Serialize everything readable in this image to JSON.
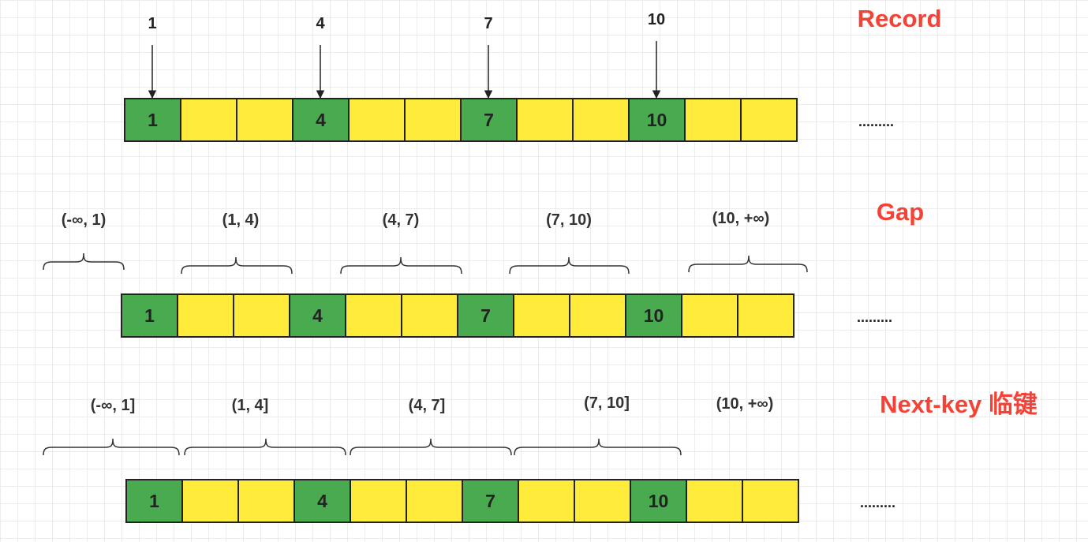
{
  "colors": {
    "record": "#4aaa4f",
    "gap": "#ffeb3b",
    "border": "#222222",
    "title": "#f44336",
    "arrow": "#222222"
  },
  "rows": [
    {
      "title": "Record",
      "cells": [
        "1",
        "",
        "",
        "4",
        "",
        "",
        "7",
        "",
        "",
        "10",
        "",
        ""
      ],
      "trailing": ".........",
      "pointers": [
        "1",
        "4",
        "7",
        "10"
      ],
      "ranges": []
    },
    {
      "title": "Gap",
      "cells": [
        "1",
        "",
        "",
        "4",
        "",
        "",
        "7",
        "",
        "",
        "10",
        "",
        ""
      ],
      "trailing": ".........",
      "pointers": [],
      "ranges": [
        "(-∞, 1)",
        "(1, 4)",
        "(4, 7)",
        "(7, 10)",
        "(10, +∞)"
      ]
    },
    {
      "title": "Next-key 临键",
      "cells": [
        "1",
        "",
        "",
        "4",
        "",
        "",
        "7",
        "",
        "",
        "10",
        "",
        ""
      ],
      "trailing": ".........",
      "pointers": [],
      "ranges": [
        "(-∞, 1]",
        "(1, 4]",
        "(4, 7]",
        "(7, 10]",
        "(10, +∞)"
      ]
    }
  ]
}
